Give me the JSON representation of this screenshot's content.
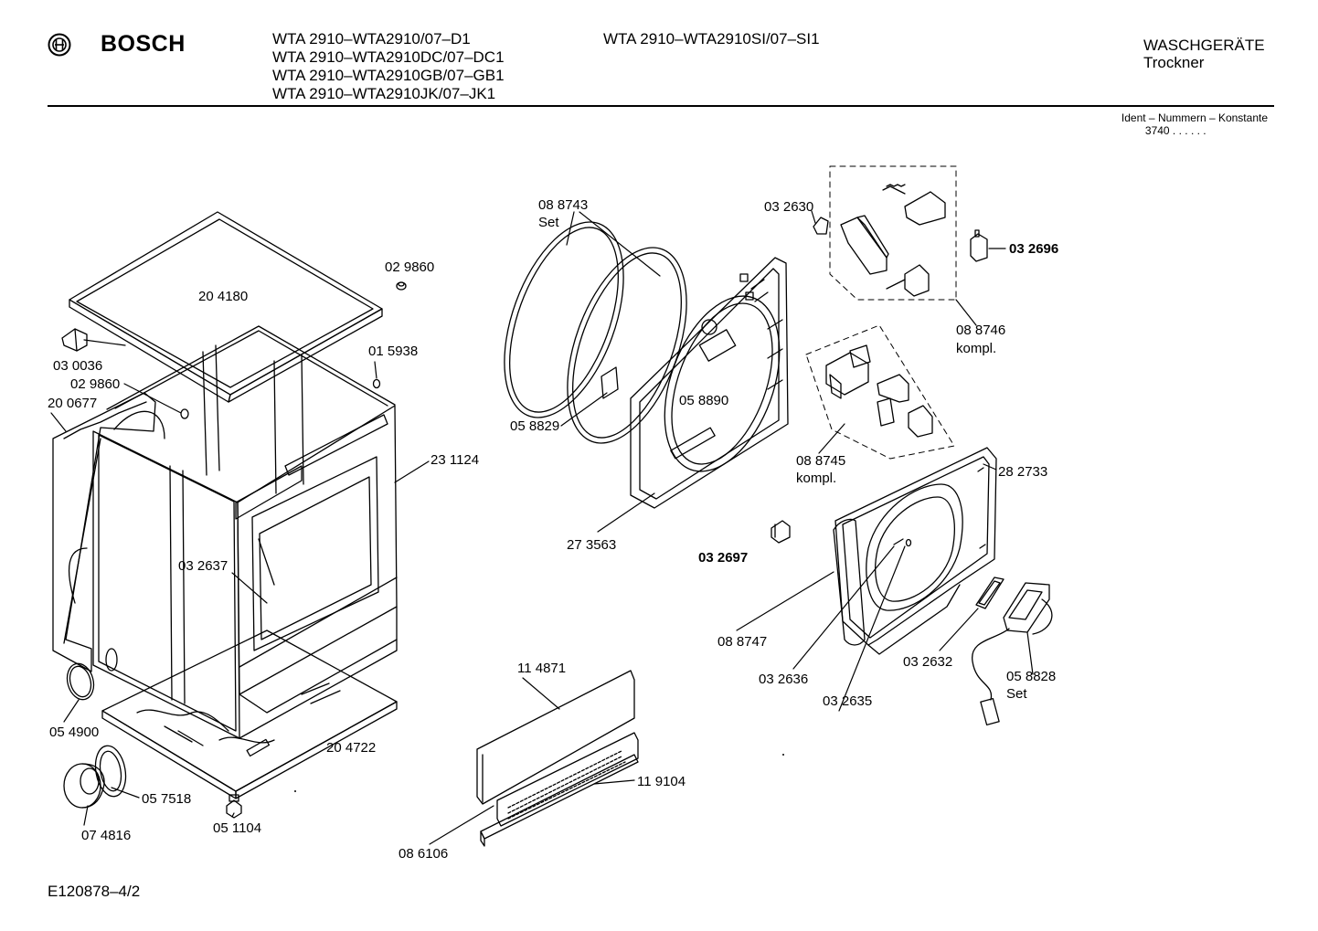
{
  "header": {
    "brand": "BOSCH",
    "models_left": [
      "WTA 2910–WTA2910/07–D1",
      "WTA 2910–WTA2910DC/07–DC1",
      "WTA 2910–WTA2910GB/07–GB1",
      "WTA 2910–WTA2910JK/07–JK1"
    ],
    "model_right": "WTA 2910–WTA2910SI/07–SI1",
    "category": "WASCHGERÄTE",
    "subcategory": "Trockner",
    "ident_label": "Ident – Nummern – Konstante",
    "ident_value": "3740 . . . . . ."
  },
  "parts": {
    "p204180": "20 4180",
    "p029860a": "02 9860",
    "p030036": "03 0036",
    "p015938": "01 5938",
    "p029860b": "02 9860",
    "p200677": "20 0677",
    "p231124": "23 1124",
    "p032637": "03 2637",
    "p054900": "05 4900",
    "p204722": "20 4722",
    "p057518": "05 7518",
    "p074816": "07 4816",
    "p051104": "05 1104",
    "p088743": "08 8743",
    "p088743_sub": "Set",
    "p058829": "05 8829",
    "p058890": "05 8890",
    "p273563": "27 3563",
    "p032630": "03 2630",
    "p032696": "03 2696",
    "p088746": "08 8746",
    "p088746_sub": "kompl.",
    "p088745": "08 8745",
    "p088745_sub": "kompl.",
    "p282733": "28 2733",
    "p032697": "03 2697",
    "p088747": "08 8747",
    "p032636": "03 2636",
    "p032635": "03 2635",
    "p032632": "03 2632",
    "p058828": "05 8828",
    "p058828_sub": "Set",
    "p114871": "11 4871",
    "p119104": "11 9104",
    "p086106": "08 6106"
  },
  "footer": {
    "code": "E120878–4/2"
  }
}
